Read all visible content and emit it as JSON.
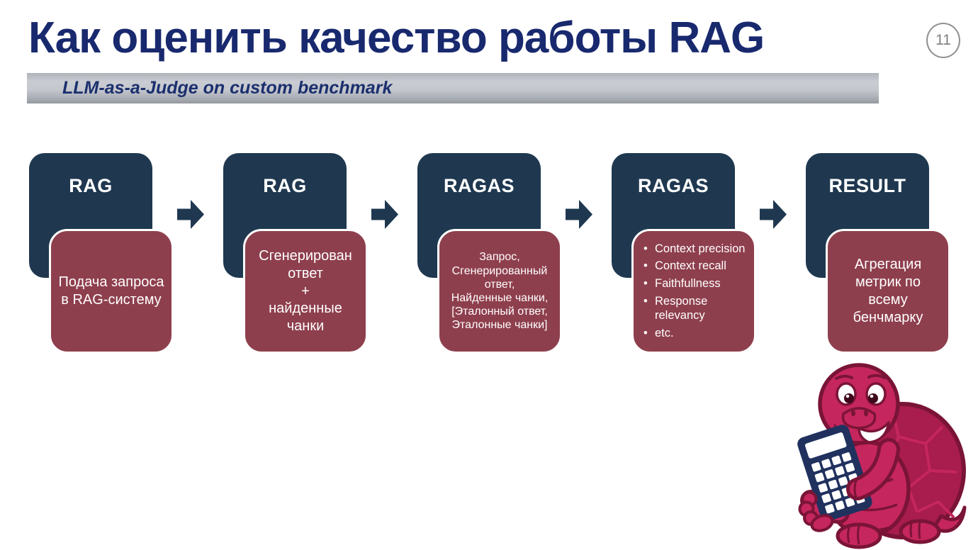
{
  "slide": {
    "title": "Как оценить качество работы RAG",
    "page_number": "11",
    "banner": "LLM-as-a-Judge on custom benchmark"
  },
  "flow": {
    "steps": [
      {
        "label": "RAG",
        "detail": "Подача запроса\nв RAG-систему"
      },
      {
        "label": "RAG",
        "detail": "Сгенерирован\nответ\n+\nнайденные\nчанки"
      },
      {
        "label": "RAGAS",
        "detail": "Запрос,\nСгенерированный\nответ,\nНайденные чанки,\n[Эталонный ответ,\nЭталонные чанки]"
      },
      {
        "label": "RAGAS",
        "bullets": [
          "Context precision",
          "Context recall",
          "Faithfullness",
          "Response\nrelevancy",
          "etc."
        ],
        "bullet_marker": "•"
      },
      {
        "label": "RESULT",
        "detail": "Агрегация\nметрик по\nвсему\nбенчмарку"
      }
    ]
  },
  "icons": {
    "flow_arrow": "right-block-arrow",
    "illustration": "turtle-with-calculator"
  },
  "colors": {
    "title_blue": "#18296e",
    "stage_box_navy": "#1f3850",
    "detail_box_maroon": "#8e3f4d",
    "banner_gray": "#b8bcc3",
    "turtle_pink": "#c5265e",
    "turtle_shell": "#a81c4e",
    "turtle_outline": "#7a1436",
    "calculator_navy": "#20315e"
  }
}
